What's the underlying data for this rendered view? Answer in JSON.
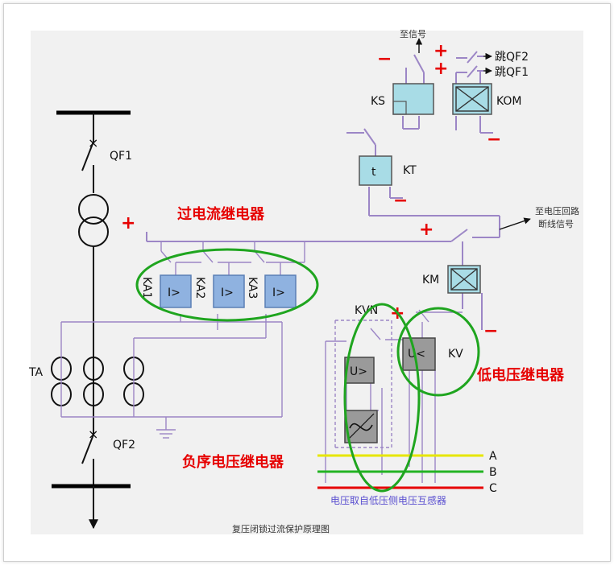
{
  "labels": {
    "qf1": "QF1",
    "qf2": "QF2",
    "ta": "TA",
    "ka1": "KA1",
    "ka2": "KA2",
    "ka3": "KA3",
    "relay_gt": "I>",
    "ks": "KS",
    "kom": "KOM",
    "kt": "KT",
    "t": "t",
    "km": "KM",
    "kvn": "KVN",
    "kv": "KV",
    "u_gt": "U>",
    "u_lt": "U<",
    "trip_qf2": "跳QF2",
    "trip_qf1": "跳QF1",
    "signal_top": "至信号",
    "to_voltage_line1": "至电压回路",
    "to_voltage_line2": "断线信号",
    "phase_a": "A",
    "phase_b": "B",
    "phase_c": "C",
    "voltage_source": "电压取自低压侧电压互感器",
    "caption": "复压闭锁过流保护原理图"
  },
  "annotations": {
    "overcurrent": "过电流继电器",
    "undervoltage": "低电压继电器",
    "negative_seq": "负序电压继电器"
  },
  "signs": {
    "plus": "+",
    "minus": "−"
  },
  "colors": {
    "wire": "#9c86c6",
    "relay_blue": "#8fb2e0",
    "relay_grey": "#9a9a9a",
    "relay_light": "#a8dce6",
    "ellipse": "#1fa51f",
    "annotation": "#e60000",
    "phase_a": "#e6e600",
    "phase_b": "#22b322",
    "phase_c": "#e60000"
  }
}
